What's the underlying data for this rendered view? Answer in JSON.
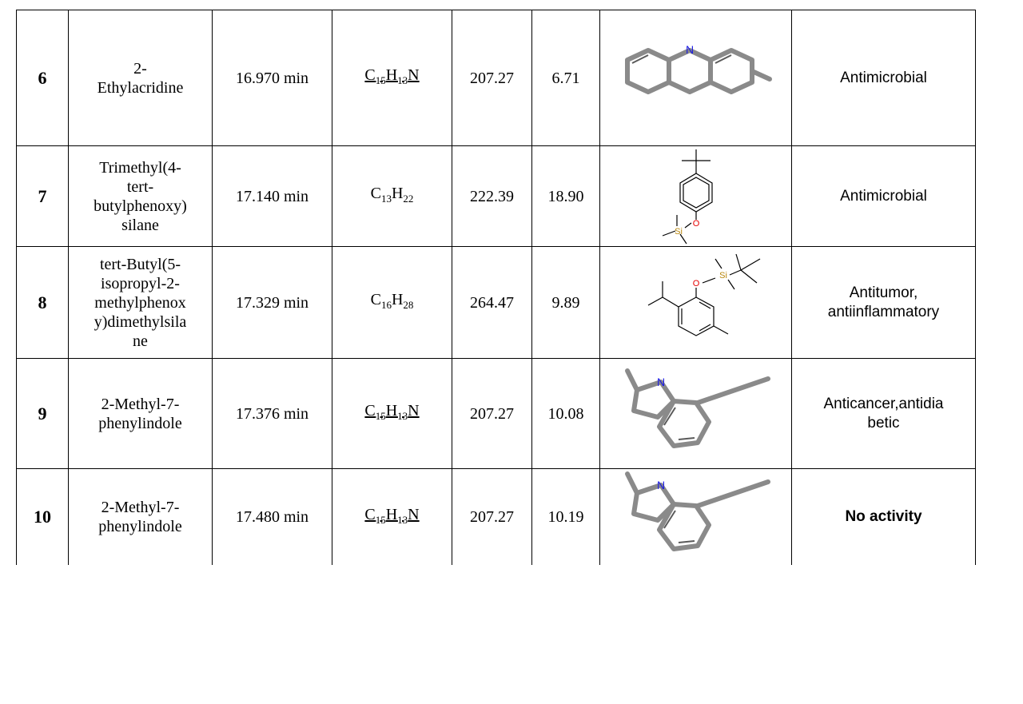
{
  "rows": [
    {
      "no": "6",
      "name": "2-\nEthylacridine",
      "rt": "16.970 min",
      "formula": {
        "parts": [
          [
            "C",
            "15"
          ],
          [
            "H",
            "13"
          ],
          [
            "N",
            ""
          ]
        ],
        "underline": true
      },
      "mw": "207.27",
      "area": "6.71",
      "structure_icon": "ethylacridine-structure-icon",
      "activity": "Antimicrobial",
      "activity_bold": false
    },
    {
      "no": "7",
      "name": "Trimethyl(4-\ntert-\nbutylphenoxy)\nsilane",
      "rt": "17.140 min",
      "formula": {
        "parts": [
          [
            "C",
            "13"
          ],
          [
            "H",
            "22"
          ]
        ],
        "underline": false
      },
      "mw": "222.39",
      "area": "18.90",
      "structure_icon": "trimethyl-tert-butylphenoxy-silane-structure-icon",
      "activity": "Antimicrobial",
      "activity_bold": false
    },
    {
      "no": "8",
      "name": "tert-Butyl(5-\nisopropyl-2-\nmethylphenox\ny)dimethylsila\nne",
      "rt": "17.329 min",
      "formula": {
        "parts": [
          [
            "C",
            "16"
          ],
          [
            "H",
            "28"
          ]
        ],
        "underline": false
      },
      "mw": "264.47",
      "area": "9.89",
      "structure_icon": "tert-butyl-isopropyl-methylphenoxy-dimethylsilane-structure-icon",
      "activity": "Antitumor,\nantiinflammatory",
      "activity_bold": false
    },
    {
      "no": "9",
      "name": "2-Methyl-7-\nphenylindole",
      "rt": "17.376 min",
      "formula": {
        "parts": [
          [
            "C",
            "15"
          ],
          [
            "H",
            "13"
          ],
          [
            "N",
            ""
          ]
        ],
        "underline": true
      },
      "mw": "207.27",
      "area": "10.08",
      "structure_icon": "methyl-phenylindole-structure-icon",
      "activity": "Anticancer,antidia\nbetic",
      "activity_bold": false
    },
    {
      "no": "10",
      "name": "2-Methyl-7-\nphenylindole",
      "rt": "17.480 min",
      "formula": {
        "parts": [
          [
            "C",
            "15"
          ],
          [
            "H",
            "13"
          ],
          [
            "N",
            ""
          ]
        ],
        "underline": true
      },
      "mw": "207.27",
      "area": "10.19",
      "structure_icon": "methyl-phenylindole-structure-icon",
      "activity": "No activity",
      "activity_bold": true
    }
  ],
  "atom_labels": {
    "nitrogen": "N",
    "oxygen": "O",
    "silicon": "Si"
  },
  "colors": {
    "bond": "#8a8a8a",
    "nitrogen": "#1a1ae6",
    "oxygen": "#e60000",
    "silicon": "#b8860b",
    "line": "#000000"
  }
}
